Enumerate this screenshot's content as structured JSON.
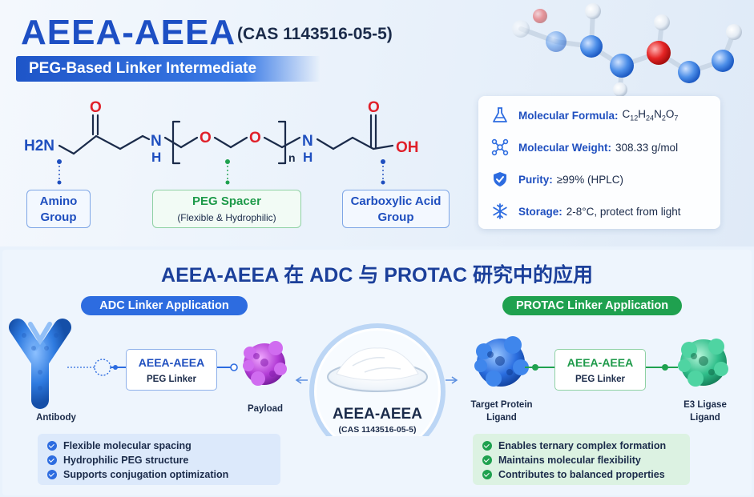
{
  "header": {
    "title": "AEEA-AEEA",
    "cas": "(CAS 1143516-05-5)",
    "subtitle": "PEG-Based Linker Intermediate"
  },
  "structure": {
    "h2n": "H2N",
    "o_carbonyl": "O",
    "nh_1": "N",
    "nh_1_h": "H",
    "o_ether_1": "O",
    "o_ether_2": "O",
    "n_repeat": "n",
    "nh_2": "N",
    "nh_2_h": "H",
    "o_acid": "O",
    "oh": "OH"
  },
  "labels": {
    "amino_l1": "Amino",
    "amino_l2": "Group",
    "peg_l1": "PEG Spacer",
    "peg_l2": "(Flexible & Hydrophilic)",
    "acid_l1": "Carboxylic Acid",
    "acid_l2": "Group"
  },
  "info": {
    "formula_label": "Molecular Formula:",
    "formula_c": "C",
    "formula_c_n": "12",
    "formula_h": "H",
    "formula_h_n": "24",
    "formula_n": "N",
    "formula_n_n": "2",
    "formula_o": "O",
    "formula_o_n": "7",
    "weight_label": "Molecular Weight:",
    "weight_value": "308.33 g/mol",
    "purity_label": "Purity:",
    "purity_value": "≥99% (HPLC)",
    "storage_label": "Storage:",
    "storage_value": "2-8°C, protect from light"
  },
  "applications": {
    "title": "AEEA-AEEA 在 ADC 与 PROTAC 研究中的应用",
    "adc": {
      "pill": "ADC Linker Application",
      "linker_name": "AEEA-AEEA",
      "linker_sub": "PEG Linker",
      "antibody": "Antibody",
      "payload": "Payload",
      "bullets": [
        "Flexible molecular spacing",
        "Hydrophilic PEG structure",
        "Supports conjugation optimization"
      ]
    },
    "center": {
      "name": "AEEA-AEEA",
      "cas": "(CAS 1143516-05-5)"
    },
    "protac": {
      "pill": "PROTAC Linker Application",
      "linker_name": "AEEA-AEEA",
      "linker_sub": "PEG Linker",
      "target_l1": "Target Protein",
      "target_l2": "Ligand",
      "e3_l1": "E3 Ligase",
      "e3_l2": "Ligand",
      "bullets": [
        "Enables ternary complex formation",
        "Maintains molecular flexibility",
        "Contributes to balanced properties"
      ]
    }
  },
  "colors": {
    "brand_blue": "#1d4fc4",
    "accent_blue": "#2d6ce0",
    "accent_green": "#1fa14f",
    "heteroatom_red": "#e0202a"
  },
  "icons": {
    "formula": "flask-icon",
    "weight": "molecule-icon",
    "purity": "shield-check-icon",
    "storage": "snowflake-icon"
  }
}
